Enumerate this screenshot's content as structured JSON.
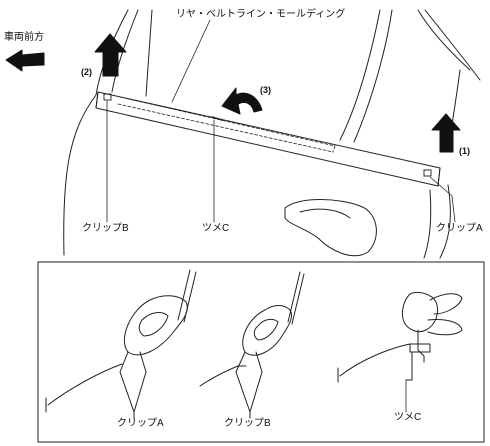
{
  "labels": {
    "forward": "車両前方",
    "part_name": "リヤ・ベルトライン・モールディング",
    "step1": "(1)",
    "step2": "(2)",
    "step3": "(3)",
    "clip_b": "クリップB",
    "tab_c": "ツメC",
    "clip_a": "クリップA"
  },
  "detail": {
    "clip_a": "クリップA",
    "clip_b": "クリップB",
    "tab_c": "ツメC"
  }
}
